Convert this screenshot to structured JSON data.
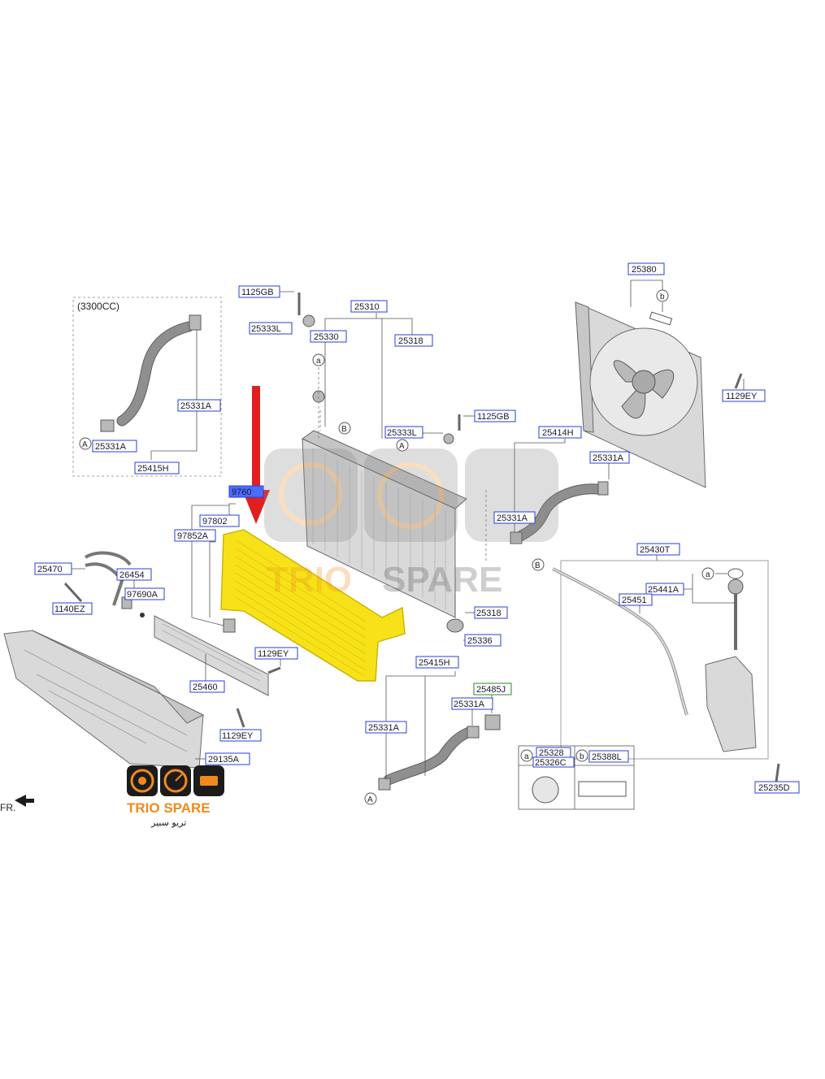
{
  "variant_label": "(3300CC)",
  "front_label": "FR.",
  "brand": {
    "name": "TRIO SPARE",
    "arabic": "تريو سبير",
    "colors": {
      "trio": "#f08a1c",
      "spare": "#1b1b1b",
      "icon_bg": "#1b1b1b"
    }
  },
  "highlight_color": "#f7e21a",
  "arrow_color": "#e02020",
  "labels": {
    "l_25380": "25380",
    "l_1125GB_a": "1125GB",
    "l_25310": "25310",
    "l_25333L_a": "25333L",
    "l_25330": "25330",
    "l_25318_a": "25318",
    "l_25331A_a": "25331A",
    "l_25331A_b": "25331A",
    "l_25415H_a": "25415H",
    "l_1129EY_a": "1129EY",
    "l_1125GB_b": "1125GB",
    "l_25333L_b": "25333L",
    "l_25414H": "25414H",
    "l_25331A_c": "25331A",
    "l_25331A_d": "25331A",
    "l_9760": "9760",
    "l_97802": "97802",
    "l_97852A": "97852A",
    "l_25470": "25470",
    "l_26454": "26454",
    "l_97690A": "97690A",
    "l_1140EZ": "1140EZ",
    "l_25430T": "25430T",
    "l_25441A": "25441A",
    "l_25451": "25451",
    "l_25318_b": "25318",
    "l_25336": "25336",
    "l_1129EY_b": "1129EY",
    "l_25460": "25460",
    "l_25415H_b": "25415H",
    "l_25485J": "25485J",
    "l_25331A_e": "25331A",
    "l_25331A_f": "25331A",
    "l_1129EY_c": "1129EY",
    "l_29135A": "29135A",
    "l_25328": "25328",
    "l_25326C": "25326C",
    "l_25388L": "25388L",
    "l_25235D": "25235D"
  },
  "ref_markers": {
    "a": "a",
    "b": "b",
    "A": "A",
    "B": "B"
  }
}
